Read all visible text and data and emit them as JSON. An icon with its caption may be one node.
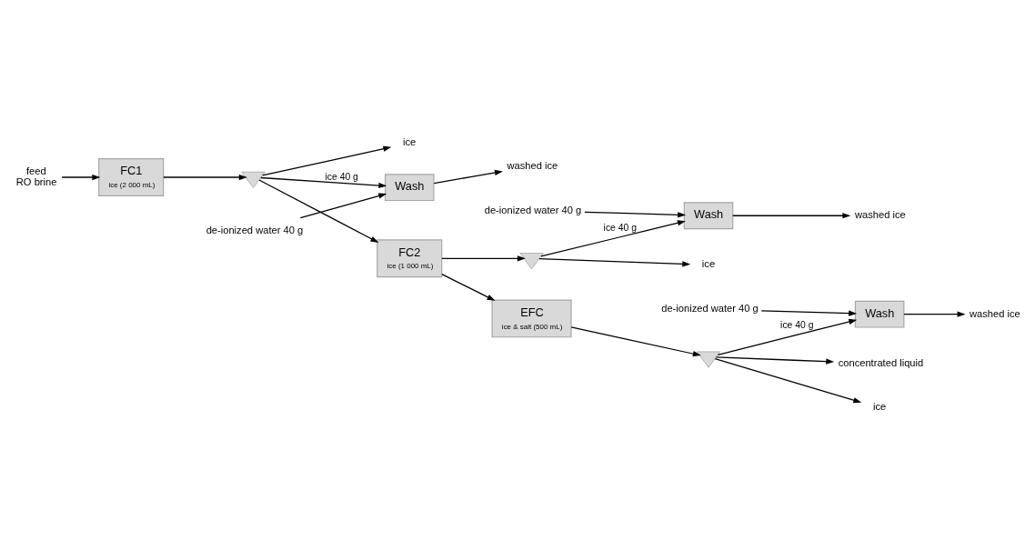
{
  "diagram": {
    "nodes": [
      {
        "text": [
          "feed",
          "RO brine"
        ]
      },
      {
        "text": [
          "FC1",
          "ice (2 000 mL)"
        ]
      },
      {
        "text": [],
        "shape": "triangle"
      },
      {
        "text": [
          "Wash"
        ]
      },
      {
        "text": [
          "de-ionized water 40 g"
        ]
      },
      {
        "text": [
          "washed ice"
        ]
      },
      {
        "text": [
          "ice"
        ]
      },
      {
        "text": [
          "FC2",
          "ice (1 000 mL)"
        ]
      },
      {
        "text": [],
        "shape": "triangle"
      },
      {
        "text": [
          "Wash"
        ]
      },
      {
        "text": [
          "de-ionized water 40 g"
        ]
      },
      {
        "text": [
          "washed ice"
        ]
      },
      {
        "text": [
          "ice"
        ]
      },
      {
        "text": [
          "EFC",
          "ice & salt (500 mL)"
        ]
      },
      {
        "text": [],
        "shape": "triangle"
      },
      {
        "text": [
          "Wash"
        ]
      },
      {
        "text": [
          "de-ionized water 40 g"
        ]
      },
      {
        "text": [
          "washed ice"
        ]
      },
      {
        "text": [
          "ice"
        ]
      },
      {
        "text": [
          "concentrated liquid"
        ]
      }
    ],
    "edges": [
      {
        "from": 0,
        "to": 1,
        "arrow": "to"
      },
      {
        "from": 1,
        "to": 2,
        "arrow": "to"
      },
      {
        "from": 2,
        "to": 3,
        "arrow": "to",
        "label": "ice 40 g"
      },
      {
        "from": 4,
        "to": 3,
        "arrow": "to"
      },
      {
        "from": 3,
        "to": 5,
        "arrow": "to"
      },
      {
        "from": 2,
        "to": 6,
        "arrow": "to"
      },
      {
        "from": 2,
        "to": 7,
        "arrow": "to"
      },
      {
        "from": 7,
        "to": 8,
        "arrow": "to"
      },
      {
        "from": 8,
        "to": 9,
        "arrow": "to",
        "label": "ice 40 g"
      },
      {
        "from": 10,
        "to": 9,
        "arrow": "to"
      },
      {
        "from": 9,
        "to": 11,
        "arrow": "to"
      },
      {
        "from": 8,
        "to": 12,
        "arrow": "to"
      },
      {
        "from": 7,
        "to": 13,
        "arrow": "to"
      },
      {
        "from": 13,
        "to": 14,
        "arrow": "to"
      },
      {
        "from": 14,
        "to": 15,
        "arrow": "to",
        "label": "ice 40 g"
      },
      {
        "from": 16,
        "to": 15,
        "arrow": "to"
      },
      {
        "from": 15,
        "to": 17,
        "arrow": "to"
      },
      {
        "from": 14,
        "to": 18,
        "arrow": "to"
      },
      {
        "from": 14,
        "to": 19,
        "arrow": "to"
      }
    ]
  }
}
